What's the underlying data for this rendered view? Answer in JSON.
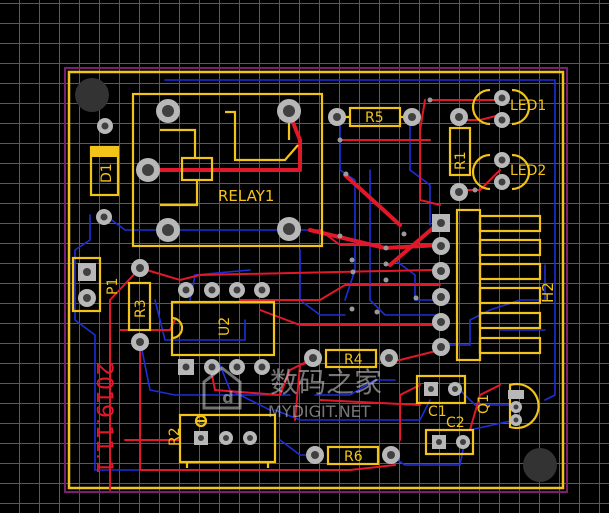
{
  "board": {
    "outline_color": "#7a1f6e",
    "edge_color": "#f2c318",
    "top_trace_color": "#e0182a",
    "bottom_trace_color": "#1c2fd8",
    "pad_color": "#b8b8b8"
  },
  "designators": {
    "led1": "LED1",
    "led2": "LED2",
    "r5": "R5",
    "r1": "R1",
    "d1": "D1",
    "relay1": "RELAY1",
    "h2": "H2",
    "p1": "P1",
    "r3": "R3",
    "u2": "U2",
    "r4": "R4",
    "c1": "C1",
    "q1": "Q1",
    "r2": "R2",
    "c2": "C2",
    "r6": "R6"
  },
  "board_date_text": "2019.11.1",
  "watermark": {
    "chinese": "数码之家",
    "latin": "MYDIGIT.NET"
  }
}
